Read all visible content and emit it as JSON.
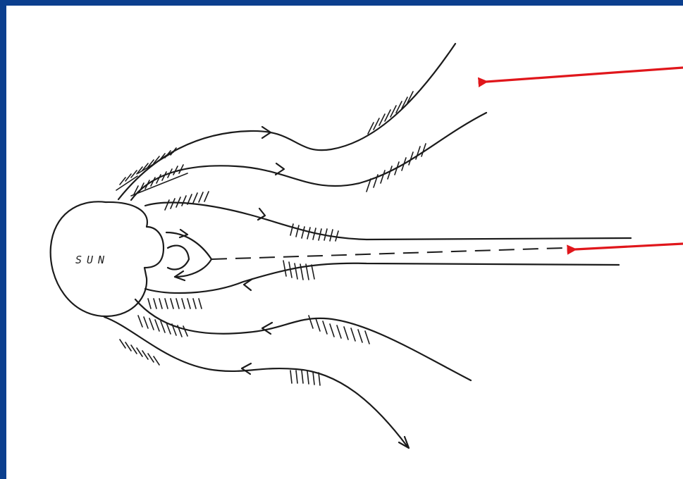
{
  "diagram": {
    "sun_label": "SUN",
    "colors": {
      "frame": "#0b3f8e",
      "pointer_arrow": "#e0161b",
      "ink": "#1b1b1b"
    },
    "pointer_arrows": [
      {
        "name": "upper-arrow"
      },
      {
        "name": "lower-arrow"
      }
    ]
  }
}
